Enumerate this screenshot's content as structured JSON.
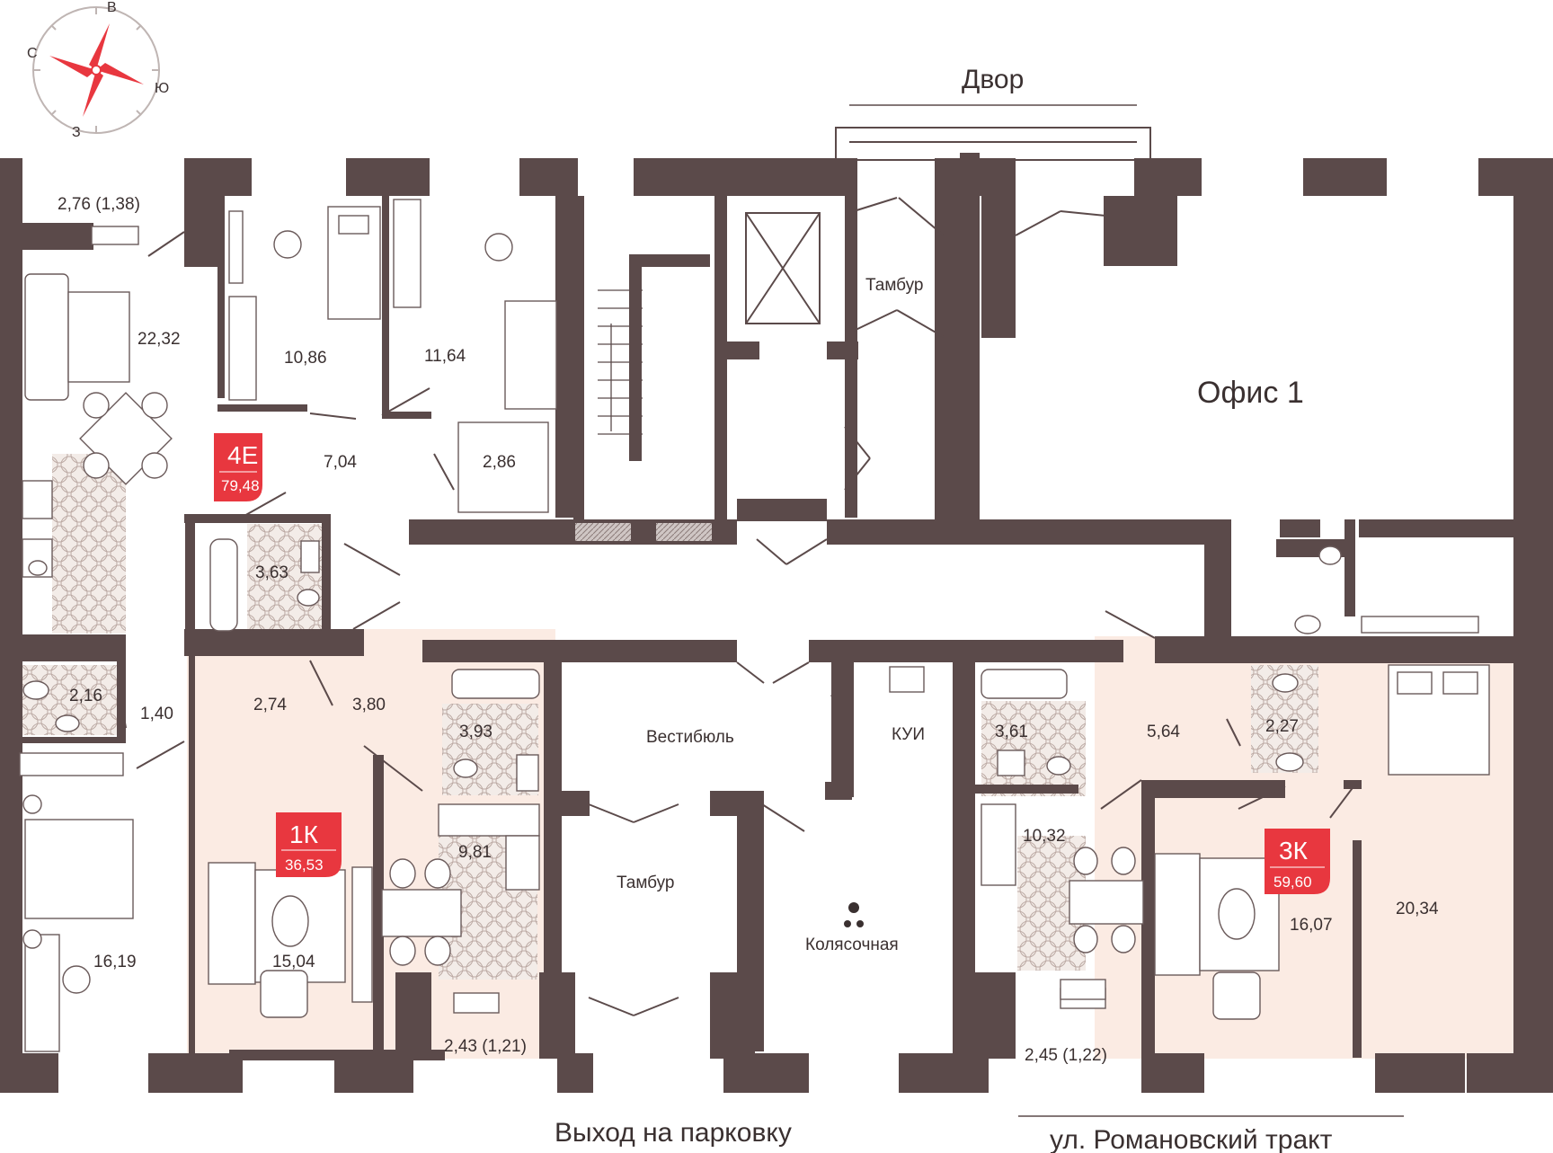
{
  "compass": {
    "north": "С",
    "east": "В",
    "south": "Ю",
    "west": "З"
  },
  "labels": {
    "yard": "Двор",
    "exit_parking": "Выход на парковку",
    "street": "ул. Романовский тракт",
    "office": "Офис 1",
    "vestibule": "Вестибюль",
    "tambour_top": "Тамбур",
    "tambour_bottom": "Тамбур",
    "kui": "КУИ",
    "stroller": "Колясочная"
  },
  "apartments": [
    {
      "code": "4Е",
      "total_area": "79,48"
    },
    {
      "code": "1К",
      "total_area": "36,53"
    },
    {
      "code": "3К",
      "total_area": "59,60"
    }
  ],
  "rooms": {
    "balcony_4e": "2,76 (1,38)",
    "living_4e": "22,32",
    "bedroom1_4e": "10,86",
    "bedroom2_4e": "11,64",
    "hall_4e": "7,04",
    "closet_4e": "2,86",
    "bath_4e": "3,63",
    "wc_4e": "2,16",
    "corridor_4e": "1,40",
    "bedroom3_4e": "16,19",
    "closet_1k": "2,74",
    "hall_1k": "3,80",
    "bath_1k": "3,93",
    "kitchen_1k": "9,81",
    "room_1k": "15,04",
    "balcony_1k": "2,43 (1,21)",
    "bath_3k": "3,61",
    "hall_3k": "5,64",
    "wc_3k": "2,27",
    "kitchen_3k": "10,32",
    "room1_3k": "16,07",
    "room2_3k": "20,34",
    "balcony_3k": "2,45 (1,22)"
  },
  "colors": {
    "walls": "#5b4a4a",
    "badge": "#e8373f",
    "highlight": "#fbebe3",
    "compass_needle": "#e8373f"
  }
}
